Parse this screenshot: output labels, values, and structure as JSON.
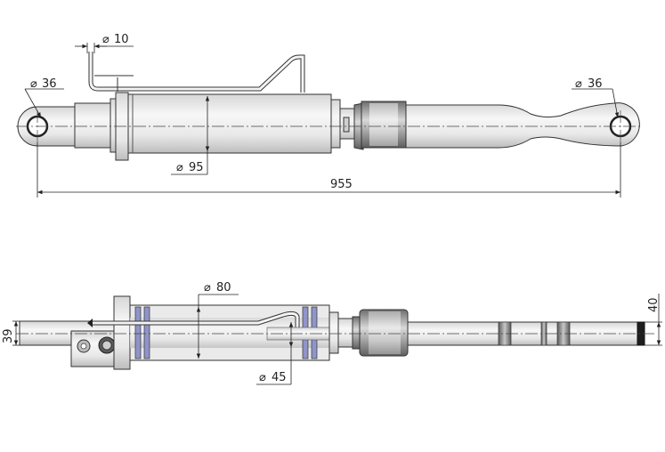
{
  "dimensions": {
    "top_rod_diameter": "10",
    "top_left_eye": "36",
    "top_right_eye": "36",
    "top_body_diameter": "95",
    "top_length": "955",
    "bottom_bore": "80",
    "bottom_rod": "45",
    "bottom_left_width": "39",
    "bottom_right_width": "40"
  },
  "symbols": {
    "diameter": "⌀"
  },
  "colors": {
    "metal_light": "#f2f2f2",
    "metal_mid": "#cfcfcf",
    "metal_dark": "#8a8a8a",
    "outline": "#333333",
    "seal_blue": "#8f95c9"
  }
}
